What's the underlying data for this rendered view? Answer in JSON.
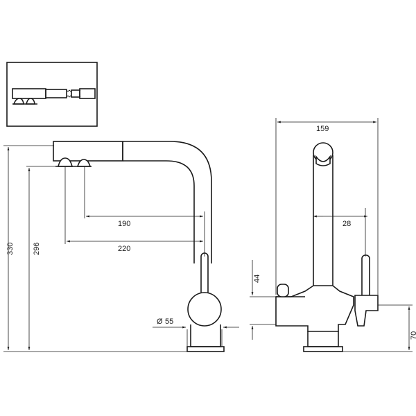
{
  "dimensions": {
    "overall_height": "330",
    "spout_height": "296",
    "reach_190": "190",
    "reach_220": "220",
    "diameter": "55",
    "diameter_prefix": "Ø",
    "width": "159",
    "offset": "28",
    "lever_height": "44",
    "base_height": "70"
  }
}
